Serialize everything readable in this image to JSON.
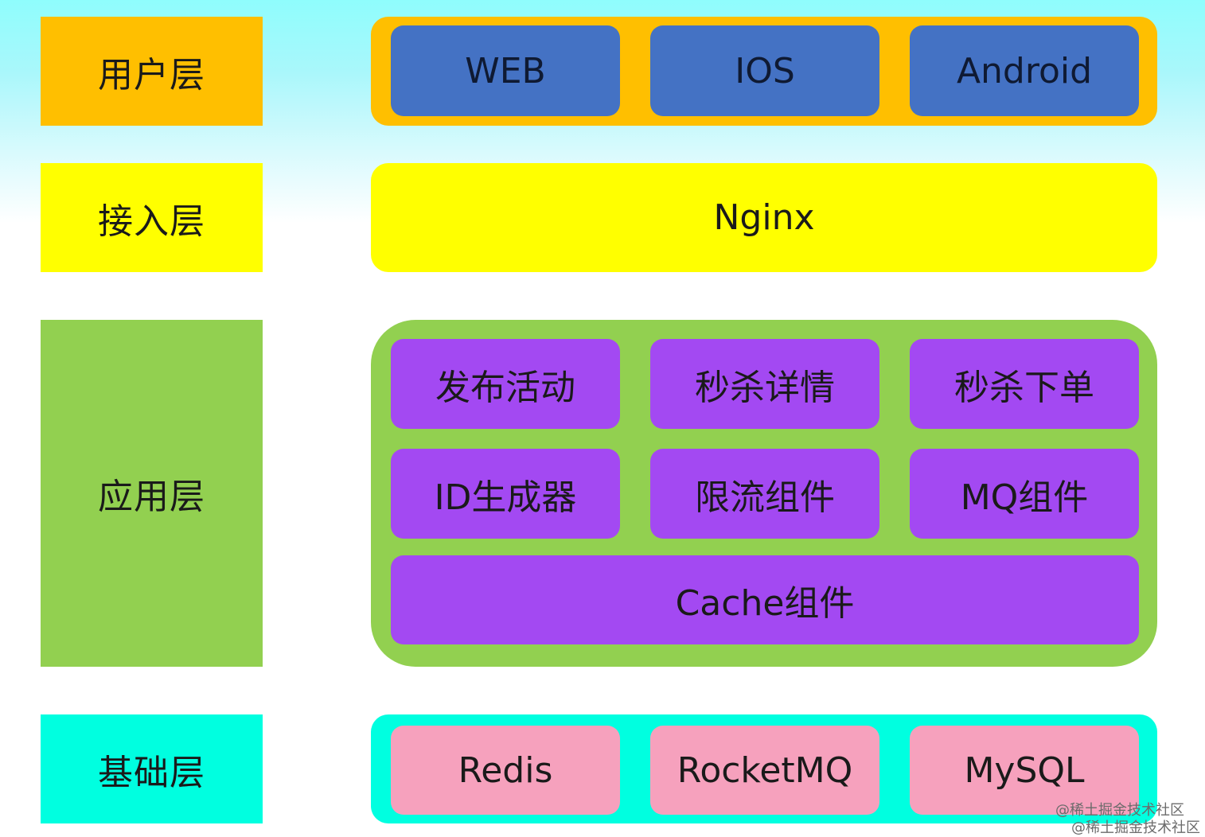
{
  "layers": {
    "user": {
      "label": "用户层",
      "color": "#ffbf00",
      "items": [
        "WEB",
        "IOS",
        "Android"
      ],
      "item_color": "#4472c4"
    },
    "access": {
      "label": "接入层",
      "color": "#ffff00",
      "items": [
        "Nginx"
      ]
    },
    "app": {
      "label": "应用层",
      "color": "#92d050",
      "items": [
        "发布活动",
        "秒杀详情",
        "秒杀下单",
        "ID生成器",
        "限流组件",
        "MQ组件",
        "Cache组件"
      ],
      "item_color": "#a349f2"
    },
    "base": {
      "label": "基础层",
      "color": "#00ffe0",
      "items": [
        "Redis",
        "RocketMQ",
        "MySQL"
      ],
      "item_color": "#f6a1bd"
    }
  },
  "watermark": {
    "line1": "@稀土掘金技术社区",
    "line2": "@稀土掘金技术社区"
  }
}
